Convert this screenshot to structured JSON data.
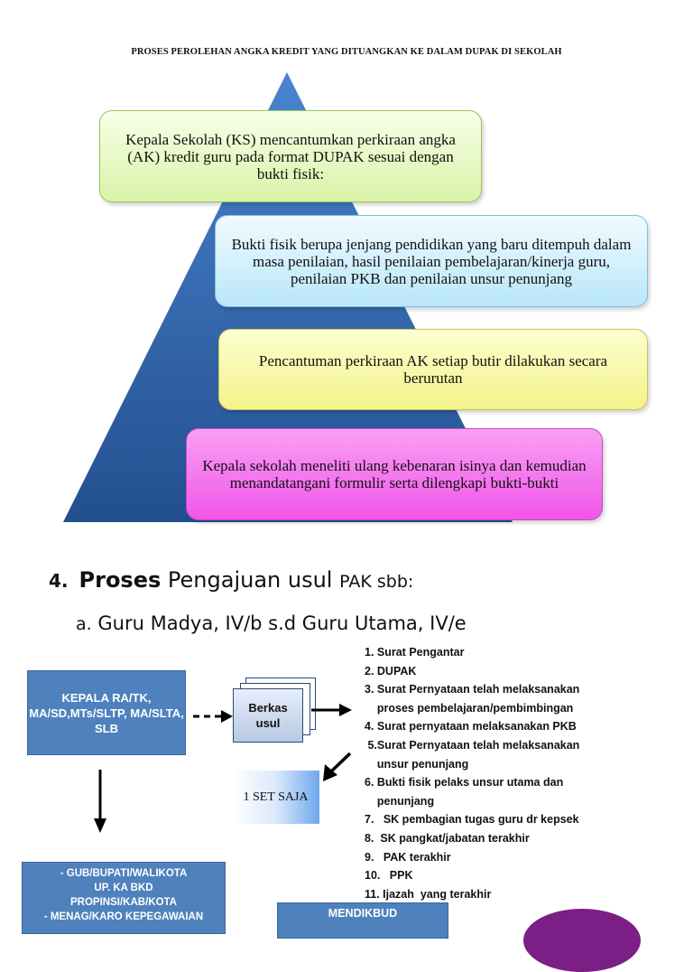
{
  "title": "PROSES PEROLEHAN ANGKA KREDIT YANG DITUANGKAN KE DALAM DUPAK DI SEKOLAH",
  "pyramid": {
    "steps": [
      "Kepala Sekolah (KS) mencantumkan perkiraan angka (AK) kredit guru pada format DUPAK sesuai dengan bukti fisik:",
      "Bukti fisik berupa jenjang pendidikan yang baru ditempuh dalam masa penilaian, hasil penilaian pembelajaran/kinerja guru, penilaian PKB dan penilaian unsur penunjang",
      "Pencantuman perkiraan AK setiap butir dilakukan secara berurutan",
      "Kepala sekolah meneliti ulang kebenaran isinya dan kemudian menandatangani formulir serta dilengkapi bukti-bukti"
    ],
    "colors": {
      "triangle": "#2f63a7",
      "step1": "#d9f3a8",
      "step2": "#b9e6fb",
      "step3": "#f4f28a",
      "step4": "#f155e8"
    }
  },
  "section": {
    "number": "4.",
    "bold_word": "Proses",
    "text": "Pengajuan usul",
    "small_text": "PAK sbb:",
    "sub_letter": "a.",
    "sub_text": "Guru Madya, IV/b s.d Guru Utama, IV/e"
  },
  "flow": {
    "kepala": "KEPALA RA/TK, MA/SD,MTs/SLTP, MA/SLTA, SLB",
    "berkas": "Berkas usul",
    "set": "1 SET SAJA",
    "gub_lines": [
      "- GUB/BUPATI/WALIKOTA",
      "UP. KA BKD",
      "PROPINSI/KAB/KOTA",
      "- MENAG/KARO KEPEGAWAIAN"
    ],
    "mendikbud": "MENDIKBUD",
    "documents": [
      "1. Surat Pengantar",
      "2. DUPAK",
      "3. Surat Pernyataan telah melaksanakan",
      "    proses pembelajaran/pembimbingan",
      "4. Surat pernyataan melaksanakan PKB",
      " 5.Surat Pernyataan telah melaksanakan",
      "    unsur penunjang",
      "6. Bukti fisik pelaks unsur utama dan",
      "    penunjang",
      "7.   SK pembagian tugas guru dr kepsek",
      "8.  SK pangkat/jabatan terakhir",
      "9.   PAK terakhir",
      "10.   PPK",
      "11. Ijazah  yang terakhir"
    ],
    "colors": {
      "box": "#4f81bd",
      "circle": "#7b1f86"
    }
  }
}
